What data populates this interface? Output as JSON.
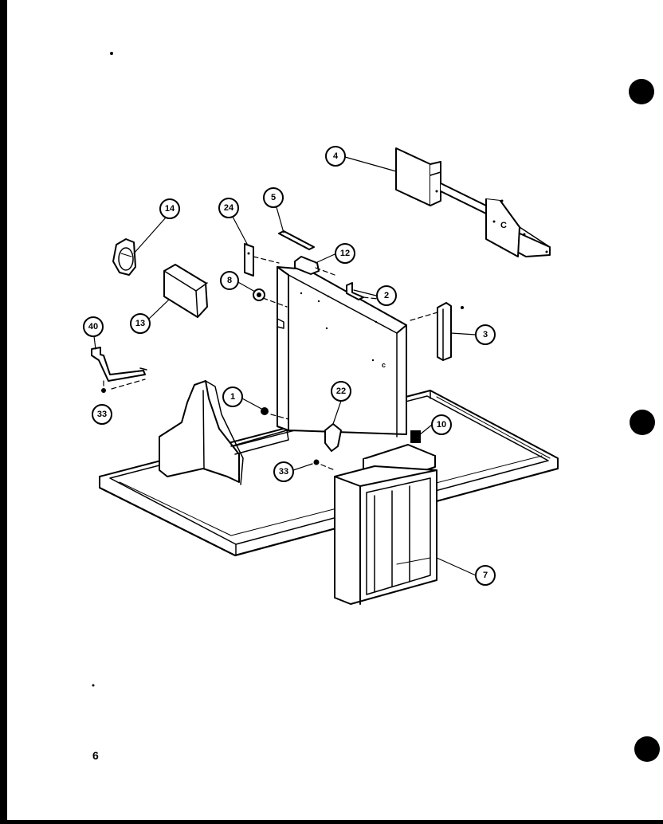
{
  "page_number": "6",
  "callouts": [
    {
      "id": "c4",
      "label": "4"
    },
    {
      "id": "c14",
      "label": "14"
    },
    {
      "id": "c24",
      "label": "24"
    },
    {
      "id": "c5",
      "label": "5"
    },
    {
      "id": "c12",
      "label": "12"
    },
    {
      "id": "c8",
      "label": "8"
    },
    {
      "id": "c2",
      "label": "2"
    },
    {
      "id": "c3",
      "label": "3"
    },
    {
      "id": "c13",
      "label": "13"
    },
    {
      "id": "c40",
      "label": "40"
    },
    {
      "id": "c1",
      "label": "1"
    },
    {
      "id": "c22",
      "label": "22"
    },
    {
      "id": "c10",
      "label": "10"
    },
    {
      "id": "c33a",
      "label": "33"
    },
    {
      "id": "c33b",
      "label": "33"
    },
    {
      "id": "c7",
      "label": "7"
    }
  ],
  "part_marks": {
    "bracket_c": "C",
    "panel_c": "c"
  },
  "colors": {
    "ink": "#000000",
    "paper": "#ffffff"
  }
}
